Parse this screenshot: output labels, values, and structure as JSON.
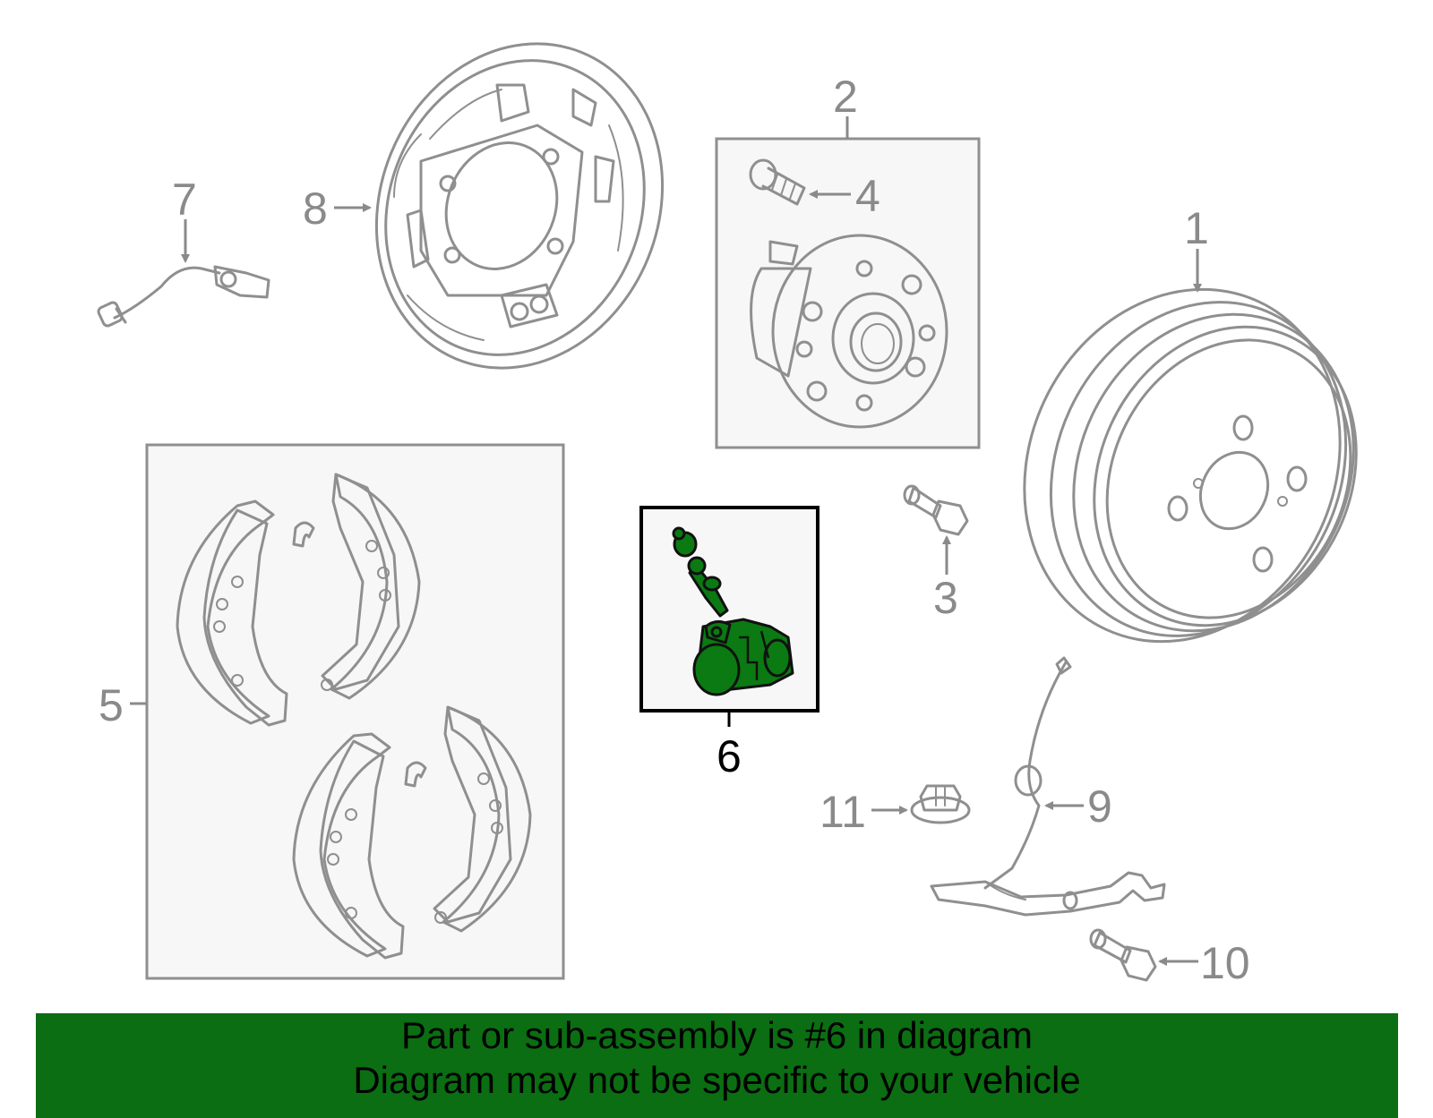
{
  "callouts": {
    "c1": "1",
    "c2": "2",
    "c3": "3",
    "c4": "4",
    "c5": "5",
    "c6": "6",
    "c7": "7",
    "c8": "8",
    "c9": "9",
    "c10": "10",
    "c11": "11"
  },
  "highlighted_part": "6",
  "colors": {
    "highlight_green": "#0b7a12",
    "banner_green": "#0b6e12",
    "part_gray": "#8f8f8f",
    "box_fill": "#f7f7f7"
  },
  "banner": {
    "line1": "Part or sub-assembly is #6 in diagram",
    "line2": "Diagram may not be specific to your vehicle"
  }
}
